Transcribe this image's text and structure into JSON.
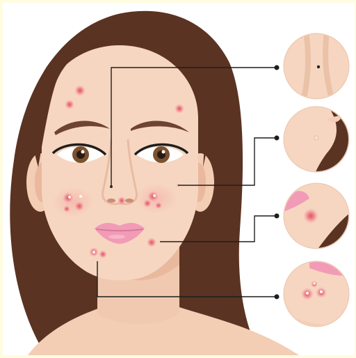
{
  "illustration": {
    "subject": "face-with-acne-types",
    "zoom_insets": [
      {
        "name": "blackhead"
      },
      {
        "name": "whitehead"
      },
      {
        "name": "papule"
      },
      {
        "name": "pustule"
      }
    ]
  },
  "colors": {
    "background_border": "#fffce0",
    "hair": "#5a3322",
    "skin": "#f6d6c0",
    "skin_shadow": "#eab89d",
    "lips": "#f29bb6",
    "acne": "#e86a78",
    "line": "#1e1e1e"
  }
}
